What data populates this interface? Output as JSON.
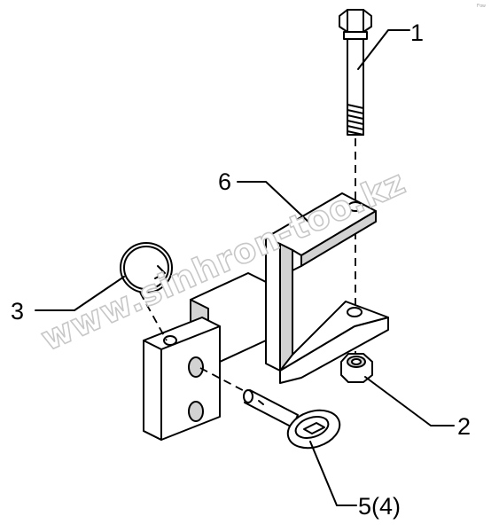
{
  "diagram": {
    "callouts": {
      "c1": "1",
      "c2": "2",
      "c3": "3",
      "c4": "5(4)",
      "c6": "6"
    },
    "watermark": "www.sinhron-too.kz",
    "corner_mark": "f°ow"
  },
  "colors": {
    "line": "#000000",
    "shading": "#d2d2d2",
    "watermark_outline": "#c7c7c7",
    "background": "#ffffff"
  }
}
